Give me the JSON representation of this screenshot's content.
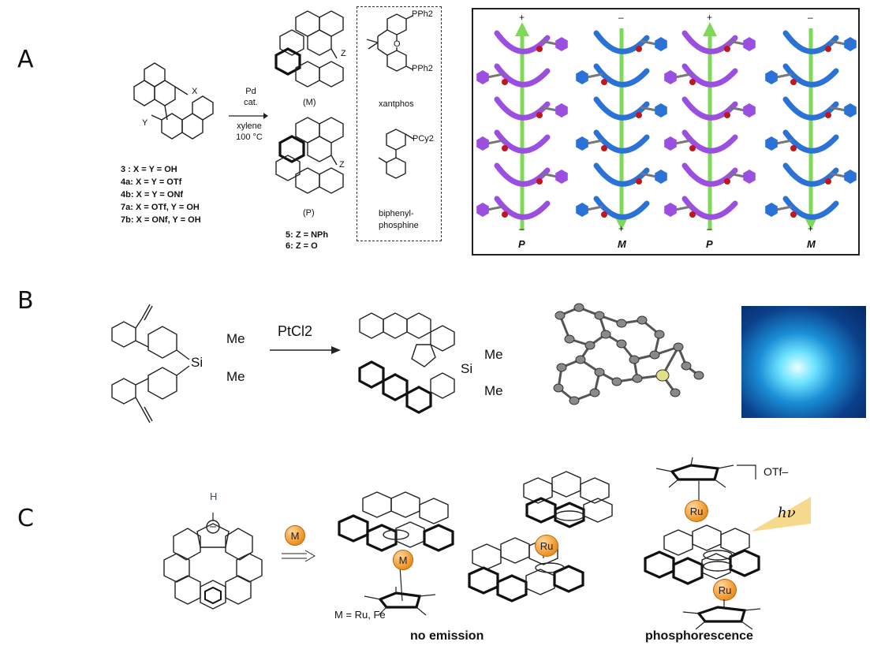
{
  "panels": {
    "a": {
      "letter": "A",
      "reactant_subs": [
        "X",
        "Y"
      ],
      "compound_list": [
        "3 : X = Y = OH",
        "4a: X = Y = OTf",
        "4b: X = Y = ONf",
        "7a: X = OTf, Y = OH",
        "7b: X = ONf, Y = OH"
      ],
      "arrow_above": [
        "Pd",
        "cat."
      ],
      "arrow_below": [
        "xylene",
        "100 °C"
      ],
      "product_sub": "Z",
      "isomer_m": "(M)",
      "isomer_p": "(P)",
      "product_list": [
        "5: Z = NPh",
        "6: Z = O"
      ],
      "ligand_1_sub_top": "PPh2",
      "ligand_1_sub_bottom": "PPh2",
      "ligand_1_o": "O",
      "ligand_1_name": "xantphos",
      "ligand_2_sub": "PCy2",
      "ligand_2_name": [
        "biphenyl-",
        "phosphine"
      ],
      "helix_top_signs": [
        "+",
        "–",
        "+",
        "–"
      ],
      "helix_bottom_signs": [
        "–",
        "+",
        "–",
        "+"
      ],
      "helix_labels": [
        "P",
        "M",
        "P",
        "M"
      ],
      "helix_colors": [
        "#9b4fe0",
        "#2a72d6",
        "#9b4fe0",
        "#2a72d6"
      ],
      "dipole_color": "#7ed957"
    },
    "b": {
      "letter": "B",
      "reagent": "PtCl2",
      "si_label": "Si",
      "me_labels": [
        "Me",
        "Me"
      ],
      "photo_color": "#1a8fd6"
    },
    "c": {
      "letter": "C",
      "h_label": "H",
      "metal_label": "M",
      "metal_note": "M = Ru, Fe",
      "ru_label": "Ru",
      "otf_label": "OTf–",
      "hv_label": "hν",
      "caption_no_emission": "no emission",
      "caption_phos": "phosphorescence",
      "orb_color": "#f29a2e"
    }
  }
}
